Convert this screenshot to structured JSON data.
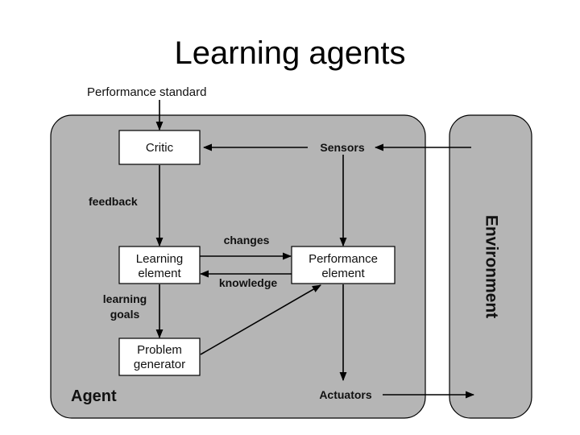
{
  "slide": {
    "title": "Learning agents"
  },
  "diagram": {
    "performance_standard": "Performance standard",
    "agent_label": "Agent",
    "environment_label": "Environment",
    "boxes": {
      "critic": [
        "Critic"
      ],
      "learning_element": [
        "Learning",
        "element"
      ],
      "performance_element": [
        "Performance",
        "element"
      ],
      "problem_generator": [
        "Problem",
        "generator"
      ]
    },
    "labels": {
      "sensors": "Sensors",
      "actuators": "Actuators",
      "feedback": "feedback",
      "changes": "changes",
      "knowledge": "knowledge",
      "learning_goals": [
        "learning",
        "goals"
      ]
    }
  },
  "colors": {
    "agent_fill": "#b5b5b5",
    "environment_fill": "#b5b5b5",
    "box_fill": "#ffffff",
    "stroke": "#000000"
  }
}
